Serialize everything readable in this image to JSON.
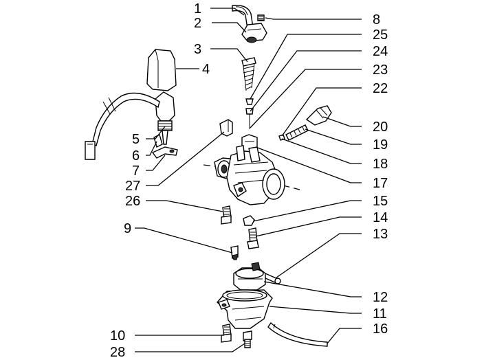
{
  "callouts": [
    {
      "id": "1",
      "label": "1"
    },
    {
      "id": "2",
      "label": "2"
    },
    {
      "id": "3",
      "label": "3"
    },
    {
      "id": "4",
      "label": "4"
    },
    {
      "id": "5",
      "label": "5"
    },
    {
      "id": "6",
      "label": "6"
    },
    {
      "id": "7",
      "label": "7"
    },
    {
      "id": "27",
      "label": "27"
    },
    {
      "id": "26",
      "label": "26"
    },
    {
      "id": "9",
      "label": "9"
    },
    {
      "id": "10",
      "label": "10"
    },
    {
      "id": "28",
      "label": "28"
    },
    {
      "id": "8",
      "label": "8"
    },
    {
      "id": "25",
      "label": "25"
    },
    {
      "id": "24",
      "label": "24"
    },
    {
      "id": "23",
      "label": "23"
    },
    {
      "id": "22",
      "label": "22"
    },
    {
      "id": "20",
      "label": "20"
    },
    {
      "id": "19",
      "label": "19"
    },
    {
      "id": "18",
      "label": "18"
    },
    {
      "id": "17",
      "label": "17"
    },
    {
      "id": "15",
      "label": "15"
    },
    {
      "id": "14",
      "label": "14"
    },
    {
      "id": "13",
      "label": "13"
    },
    {
      "id": "12",
      "label": "12"
    },
    {
      "id": "11",
      "label": "11"
    },
    {
      "id": "16",
      "label": "16"
    }
  ]
}
